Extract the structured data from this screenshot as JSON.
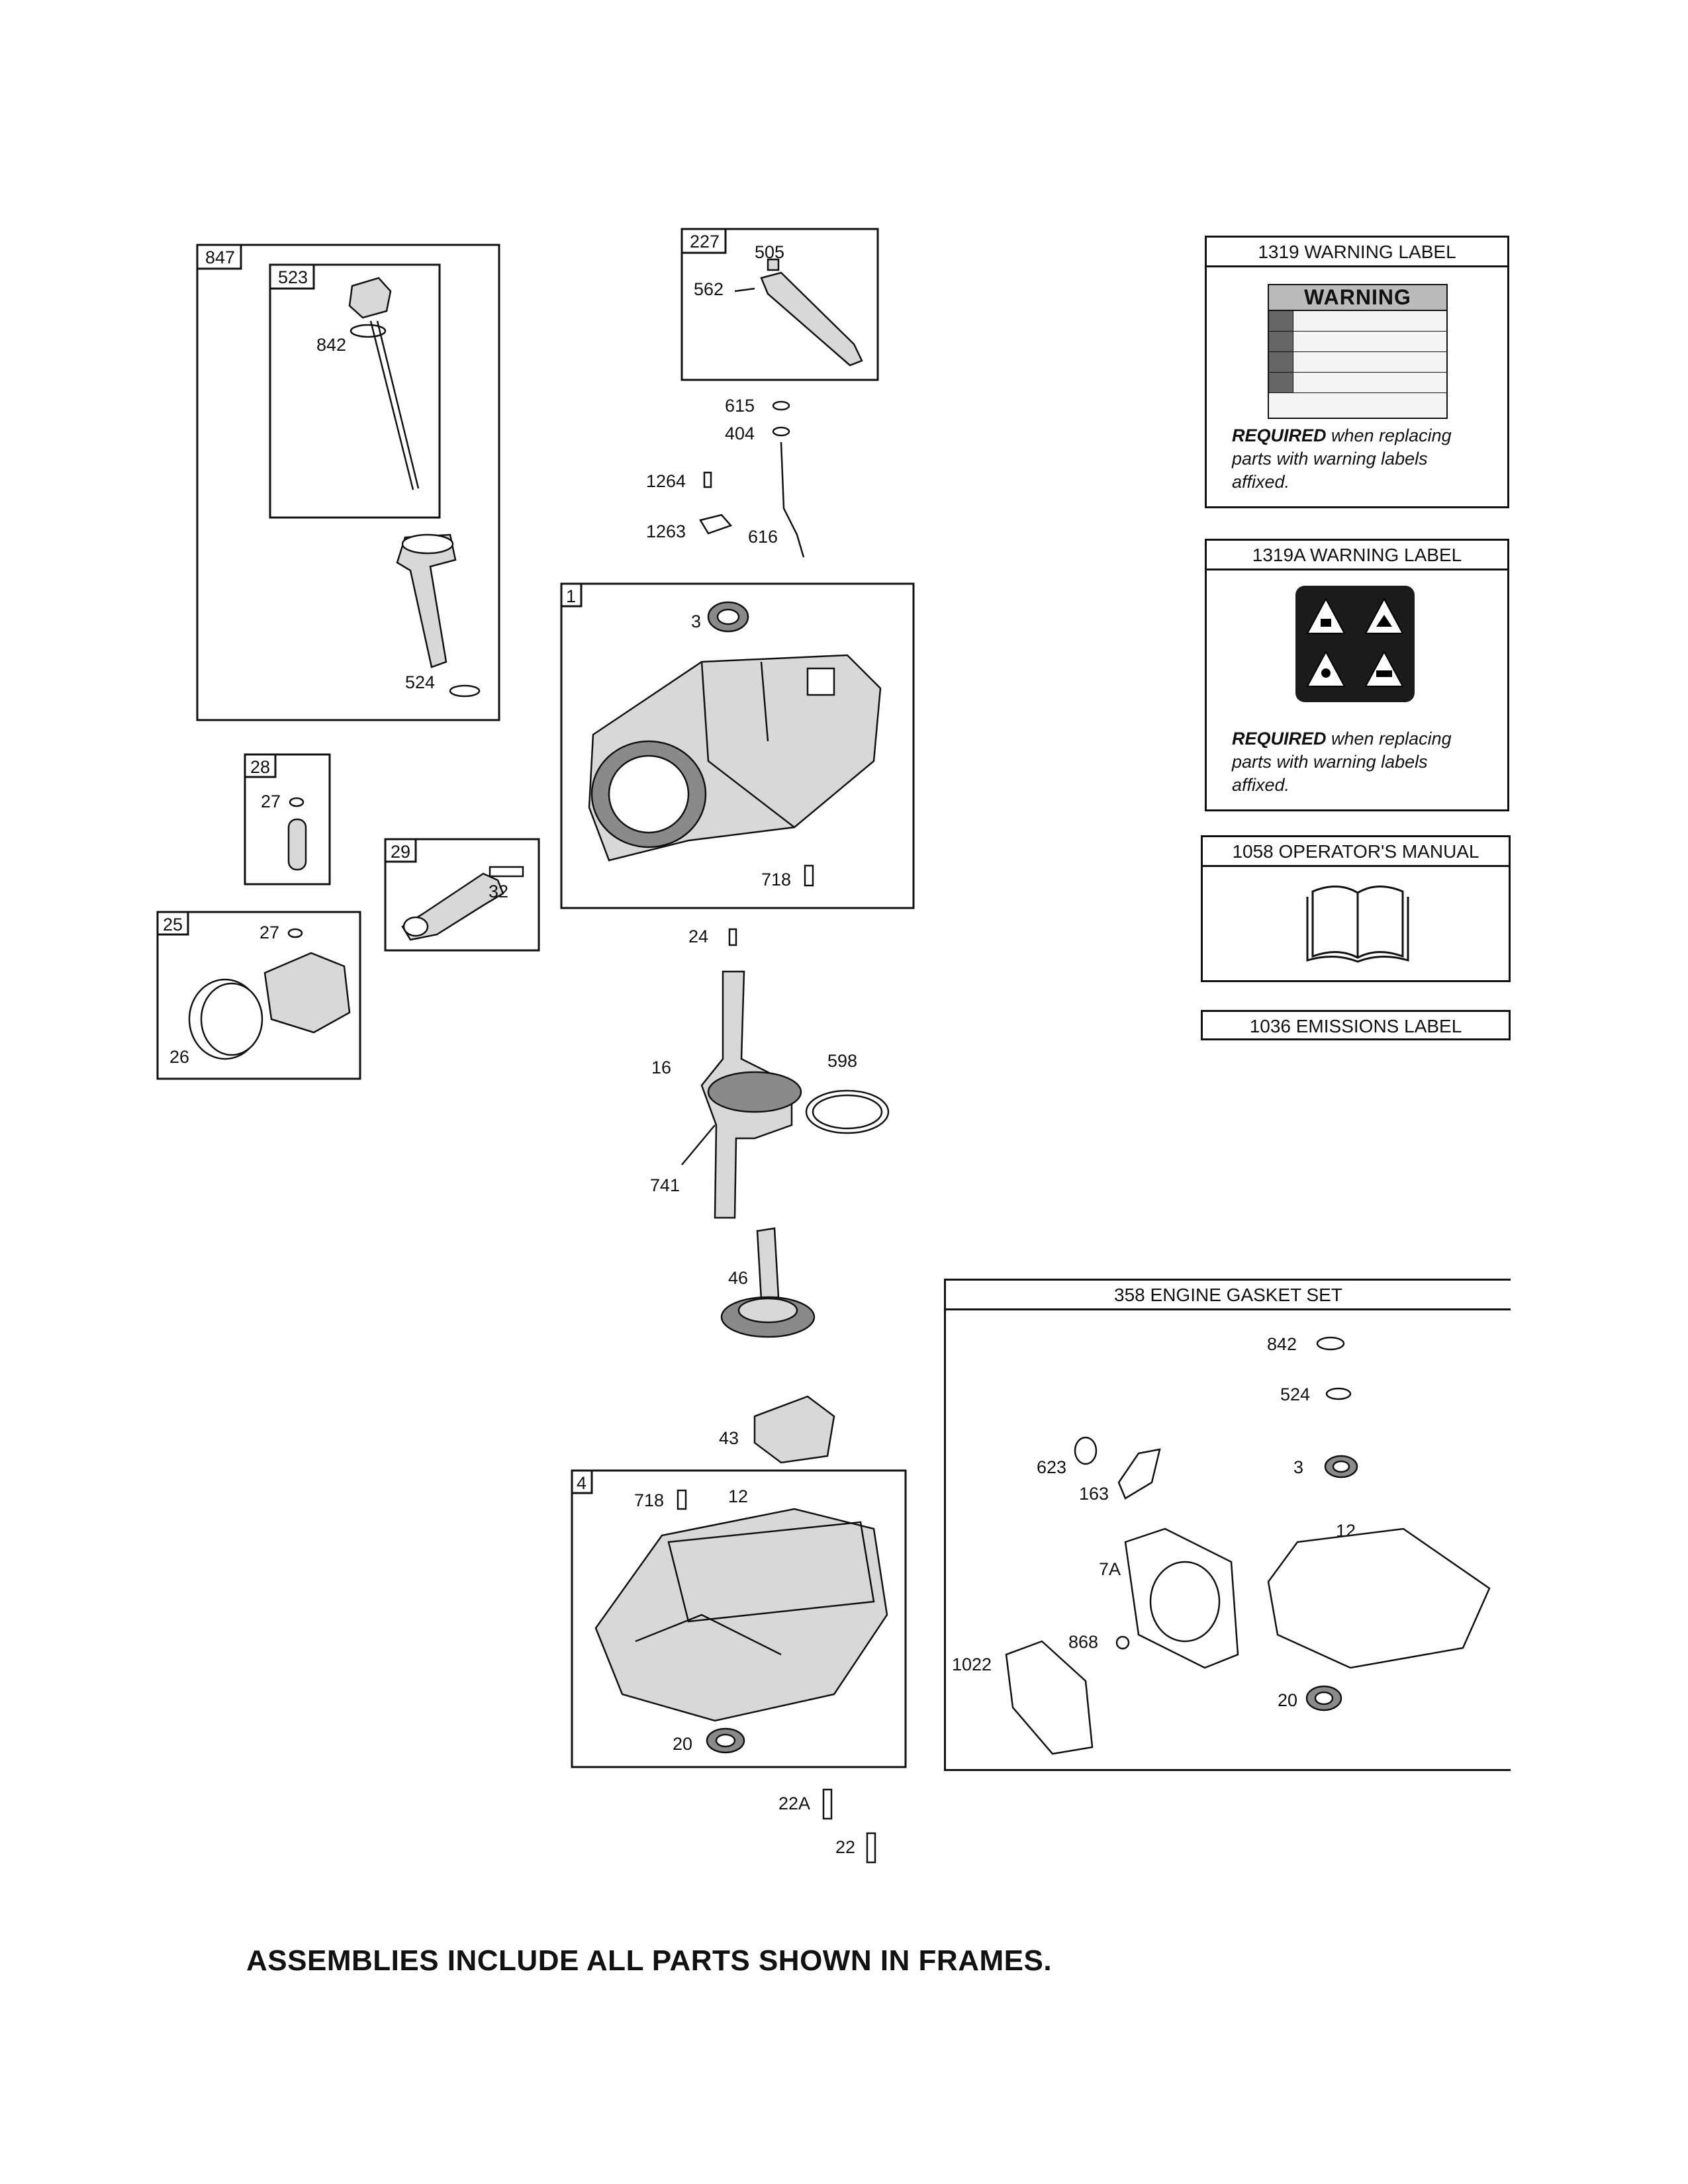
{
  "callouts": {
    "c847": "847",
    "c523": "523",
    "c842": "842",
    "c524": "524",
    "c227": "227",
    "c505": "505",
    "c562": "562",
    "c615": "615",
    "c404": "404",
    "c1264": "1264",
    "c1263": "1263",
    "c616": "616",
    "c1": "1",
    "c3": "3",
    "c718a": "718",
    "c28": "28",
    "c27a": "27",
    "c29": "29",
    "c32": "32",
    "c25": "25",
    "c27b": "27",
    "c26": "26",
    "c24": "24",
    "c16": "16",
    "c598": "598",
    "c741": "741",
    "c46": "46",
    "c43": "43",
    "c4": "4",
    "c718b": "718",
    "c12a": "12",
    "c20a": "20",
    "c22A": "22A",
    "c22": "22",
    "g842": "842",
    "g524": "524",
    "g623": "623",
    "g163": "163",
    "g3": "3",
    "g7A": "7A",
    "g12": "12",
    "g868": "868",
    "g1022": "1022",
    "g20": "20"
  },
  "panels": {
    "warning_1319": {
      "title": "1319 WARNING LABEL",
      "sign_header": "WARNING",
      "note_bold": "REQUIRED",
      "note_rest_1": " when replacing",
      "note_line_2": "parts with warning labels",
      "note_line_3": "affixed."
    },
    "warning_1319A": {
      "title": "1319A WARNING LABEL",
      "note_bold": "REQUIRED",
      "note_rest_1": " when replacing",
      "note_line_2": "parts with warning labels",
      "note_line_3": "affixed."
    },
    "manual_1058": {
      "title": "1058 OPERATOR'S MANUAL"
    },
    "emissions_1036": {
      "title": "1036 EMISSIONS LABEL"
    },
    "gasket_358": {
      "title": "358 ENGINE GASKET SET"
    }
  },
  "icons": {
    "manual": "book-icon",
    "warning_grid": "hazard-pictogram-icons"
  },
  "footer": {
    "text": "ASSEMBLIES INCLUDE ALL PARTS SHOWN IN FRAMES."
  }
}
